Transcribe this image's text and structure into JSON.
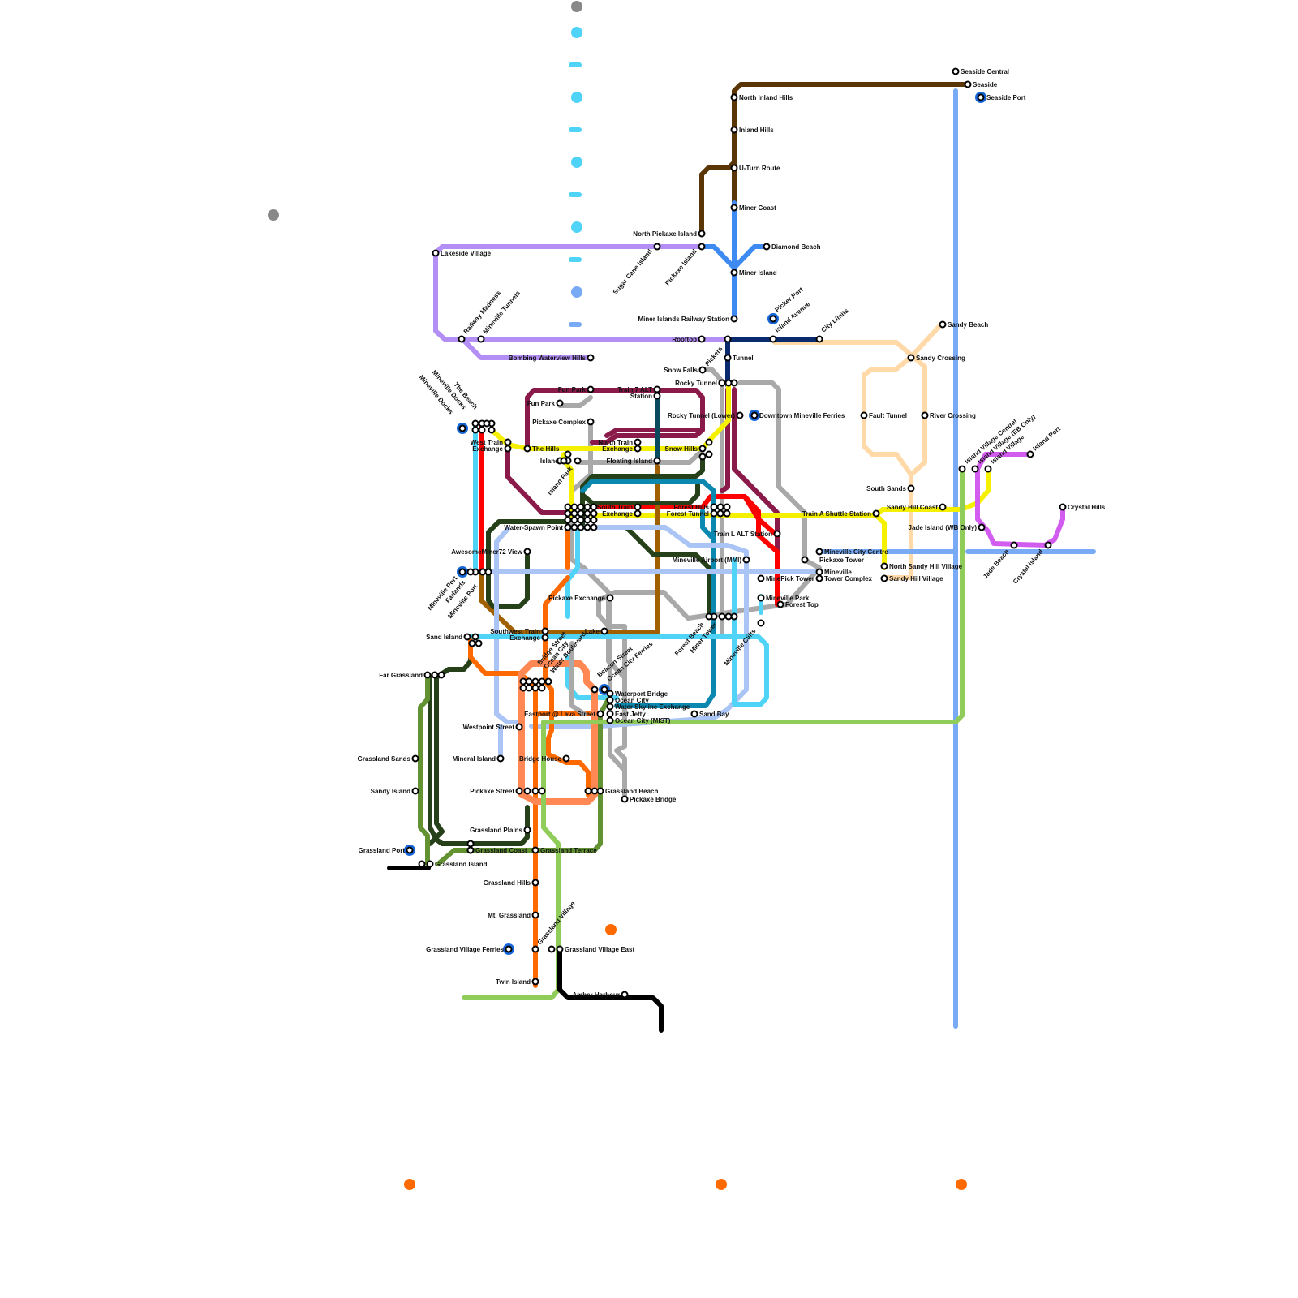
{
  "map": {
    "routes": [
      {
        "id": "brown-north",
        "color": "#5a3505"
      },
      {
        "id": "blue-miner",
        "color": "#3d8bf2"
      },
      {
        "id": "navy",
        "color": "#0a2a6e"
      },
      {
        "id": "lavender",
        "color": "#b28ef5"
      },
      {
        "id": "peach",
        "color": "#ffd9a8"
      },
      {
        "id": "maroon",
        "color": "#8a1a4a"
      },
      {
        "id": "yellow",
        "color": "#f4f000"
      },
      {
        "id": "red",
        "color": "#ff0000"
      },
      {
        "id": "dark-green",
        "color": "#26401a"
      },
      {
        "id": "teal",
        "color": "#0a88b0"
      },
      {
        "id": "cyan",
        "color": "#4fd3f7"
      },
      {
        "id": "gray",
        "color": "#a9a9a9"
      },
      {
        "id": "light-blue",
        "color": "#a9c4f5"
      },
      {
        "id": "orange",
        "color": "#ff6a00"
      },
      {
        "id": "mid-green",
        "color": "#639232"
      },
      {
        "id": "lime",
        "color": "#90cc5a"
      },
      {
        "id": "sky-long",
        "color": "#78aaf5"
      },
      {
        "id": "pink",
        "color": "#e0407a"
      },
      {
        "id": "magenta",
        "color": "#d35cf0"
      },
      {
        "id": "dark-teal",
        "color": "#0a4a5e"
      },
      {
        "id": "ochre",
        "color": "#a06000"
      },
      {
        "id": "salmon",
        "color": "#ff8855"
      },
      {
        "id": "black",
        "color": "#000000"
      }
    ],
    "legend_dot_colors": [
      "#888888",
      "#4fd3f7",
      "#78aaf5",
      "#ff6a00"
    ],
    "stations": [
      {
        "label": "Seaside Central"
      },
      {
        "label": "Seaside"
      },
      {
        "label": "Seaside Port"
      },
      {
        "label": "North Inland Hills"
      },
      {
        "label": "Inland Hills"
      },
      {
        "label": "U-Turn Route"
      },
      {
        "label": "Miner Coast"
      },
      {
        "label": "North Pickaxe Island"
      },
      {
        "label": "Diamond Beach"
      },
      {
        "label": "Miner Island"
      },
      {
        "label": "Sugar Cane Island"
      },
      {
        "label": "Pickaxe Island"
      },
      {
        "label": "Lakeside Village"
      },
      {
        "label": "Miner Islands Railway Station"
      },
      {
        "label": "Picker Port"
      },
      {
        "label": "Railway Madness"
      },
      {
        "label": "Mineville Tunnels"
      },
      {
        "label": "Rooftop"
      },
      {
        "label": "Pickers"
      },
      {
        "label": "Island Avenue"
      },
      {
        "label": "City Limits"
      },
      {
        "label": "Sandy Beach"
      },
      {
        "label": "Bombing Waterview Hills"
      },
      {
        "label": "Tunnel"
      },
      {
        "label": "Sandy Crossing"
      },
      {
        "label": "Snow Falls"
      },
      {
        "label": "Rocky Tunnel"
      },
      {
        "label": "Fun Park"
      },
      {
        "label": "Fun Park"
      },
      {
        "label": "Train 7 ALT"
      },
      {
        "label": "Station"
      },
      {
        "label": "Rocky Tunnel (Lower)"
      },
      {
        "label": "Downtown Mineville Ferries"
      },
      {
        "label": "Fault Tunnel"
      },
      {
        "label": "River Crossing"
      },
      {
        "label": "The Beach"
      },
      {
        "label": "Mineville Docks"
      },
      {
        "label": "Mineville Docks"
      },
      {
        "label": "Pickaxe Complex"
      },
      {
        "label": "North Train"
      },
      {
        "label": "Exchange"
      },
      {
        "label": "West Train"
      },
      {
        "label": "Exchange"
      },
      {
        "label": "The Hills"
      },
      {
        "label": "Snow Hills"
      },
      {
        "label": "Island"
      },
      {
        "label": "Floating Island"
      },
      {
        "label": "Island Park"
      },
      {
        "label": "Island Village Central"
      },
      {
        "label": "Island Village (EB Only)"
      },
      {
        "label": "Island Village"
      },
      {
        "label": "Island Port"
      },
      {
        "label": "South Sands"
      },
      {
        "label": "South Train"
      },
      {
        "label": "Exchange"
      },
      {
        "label": "Forest Hills"
      },
      {
        "label": "Forest Tunnel"
      },
      {
        "label": "Train A Shuttle Station"
      },
      {
        "label": "Sandy Hill Coast"
      },
      {
        "label": "Crystal Hills"
      },
      {
        "label": "Water-Spawn Point"
      },
      {
        "label": "Train L ALT Station"
      },
      {
        "label": "Jade Island (WB Only)"
      },
      {
        "label": "AwesomeMiner72 View"
      },
      {
        "label": "Mineville City Centre"
      },
      {
        "label": "Mineville Airport (MMI)"
      },
      {
        "label": "Pickaxe Tower"
      },
      {
        "label": "North Sandy Hill Village"
      },
      {
        "label": "Jade Beach"
      },
      {
        "label": "Crystal Island"
      },
      {
        "label": "Mineville Port"
      },
      {
        "label": "Farlands"
      },
      {
        "label": "Mineville Port"
      },
      {
        "label": "Mineville"
      },
      {
        "label": "MinePick Tower"
      },
      {
        "label": "Tower Complex"
      },
      {
        "label": "Sandy Hill Village"
      },
      {
        "label": "Pickaxe Exchange"
      },
      {
        "label": "Mineville Park"
      },
      {
        "label": "Forest Top"
      },
      {
        "label": "Southwest Train"
      },
      {
        "label": "Exchange"
      },
      {
        "label": "Lake"
      },
      {
        "label": "Forest Beach"
      },
      {
        "label": "Miner Tower"
      },
      {
        "label": "Mineville Cliffs"
      },
      {
        "label": "Sand Island"
      },
      {
        "label": "Bridge Street"
      },
      {
        "label": "Ocean City"
      },
      {
        "label": "Water Boulevard"
      },
      {
        "label": "Beacon Street"
      },
      {
        "label": "Ocean City Ferries"
      },
      {
        "label": "Far Grassland"
      },
      {
        "label": "Waterport Bridge"
      },
      {
        "label": "Ocean City"
      },
      {
        "label": "Water Skyline Exchange"
      },
      {
        "label": "Eastport @ Lava Street"
      },
      {
        "label": "East Jetty"
      },
      {
        "label": "Sand Bay"
      },
      {
        "label": "Ocean City (MIST)"
      },
      {
        "label": "Westpoint Street"
      },
      {
        "label": "Grassland Sands"
      },
      {
        "label": "Mineral Island"
      },
      {
        "label": "Bridge House"
      },
      {
        "label": "Sandy Island"
      },
      {
        "label": "Pickaxe Street"
      },
      {
        "label": "Grassland Beach"
      },
      {
        "label": "Pickaxe Bridge"
      },
      {
        "label": "Grassland Plains"
      },
      {
        "label": "Grassland Port"
      },
      {
        "label": "Grassland Coast"
      },
      {
        "label": "Grassland Terrace"
      },
      {
        "label": "Grassland Island"
      },
      {
        "label": "Grassland Hills"
      },
      {
        "label": "Mt. Grassland"
      },
      {
        "label": "Grassland Village Ferries"
      },
      {
        "label": "Grassland Village"
      },
      {
        "label": "Grassland Village East"
      },
      {
        "label": "Twin Island"
      },
      {
        "label": "Amber Harbour"
      }
    ]
  }
}
